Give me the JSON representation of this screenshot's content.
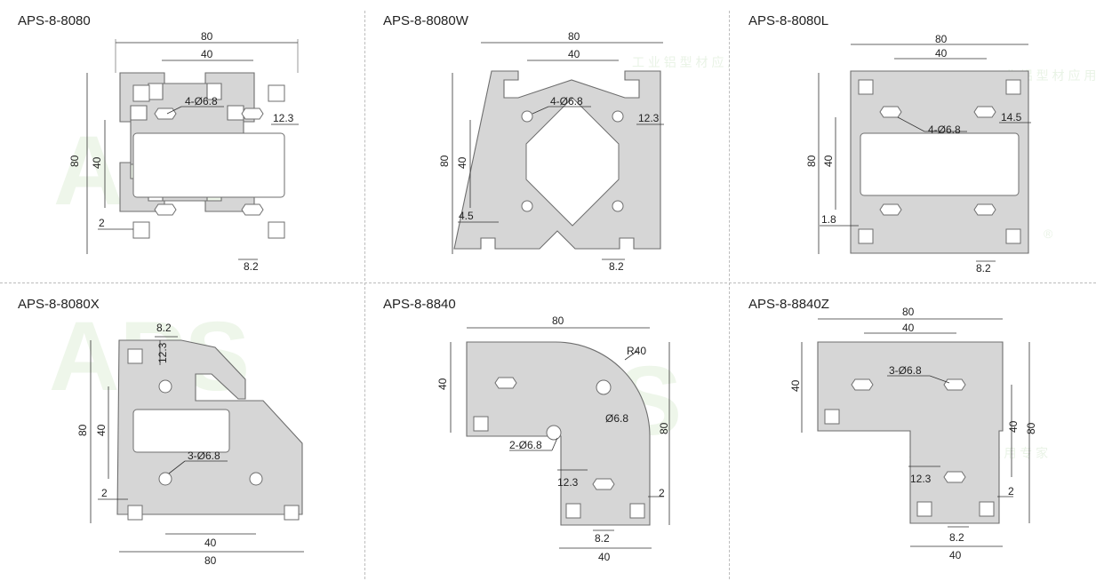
{
  "panels": [
    {
      "title": "APS-8-8080",
      "dims": {
        "top": "80",
        "inner_top": "40",
        "left": "80",
        "inner_left": "40",
        "hole": "4-Ø6.8",
        "slot_right": "12.3",
        "wall": "2",
        "slot_bottom": "8.2"
      }
    },
    {
      "title": "APS-8-8080W",
      "dims": {
        "top": "80",
        "inner_top": "40",
        "left": "80",
        "inner_left": "40",
        "hole": "4-Ø6.8",
        "slot_right": "12.3",
        "wall": "4.5",
        "slot_bottom": "8.2"
      }
    },
    {
      "title": "APS-8-8080L",
      "dims": {
        "top": "80",
        "inner_top": "40",
        "left": "80",
        "inner_left": "40",
        "hole": "4-Ø6.8",
        "slot_right": "14.5",
        "wall": "1.8",
        "slot_bottom": "8.2"
      }
    },
    {
      "title": "APS-8-8080X",
      "dims": {
        "slot_top": "8.2",
        "slot_top_depth": "12.3",
        "left": "80",
        "inner_left": "40",
        "hole": "3-Ø6.8",
        "wall": "2",
        "inner_bottom": "40",
        "bottom": "80"
      }
    },
    {
      "title": "APS-8-8840",
      "dims": {
        "top": "80",
        "radius": "R40",
        "left": "40",
        "hole_single": "Ø6.8",
        "hole": "2-Ø6.8",
        "slot_depth": "12.3",
        "wall": "2",
        "right": "80",
        "slot_bottom": "8.2",
        "bottom": "40"
      }
    },
    {
      "title": "APS-8-8840Z",
      "dims": {
        "top": "80",
        "inner_top": "40",
        "left": "40",
        "hole": "3-Ø6.8",
        "inner_right": "40",
        "right": "80",
        "slot_depth": "12.3",
        "wall": "2",
        "slot_bottom": "8.2",
        "bottom": "40"
      }
    }
  ],
  "watermark": {
    "brand": "APS",
    "tagline": "工 业 铝 型 材 应 用 专 家",
    "mark": "®"
  }
}
